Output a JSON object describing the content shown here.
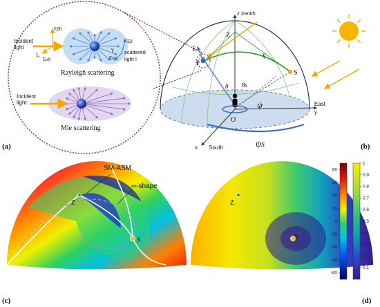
{
  "panels": {
    "a": {
      "label": "(a)",
      "incident_top": [
        "Incident",
        "light"
      ],
      "incident_bottom": [
        "Incident",
        "light"
      ],
      "I0": "I₀",
      "Eb0": "Eβ0",
      "Ea0": "Eα0",
      "Ebeta": "Eβ",
      "Ealpha": "Eα",
      "gamma": "γ",
      "scattered": [
        "scattered",
        "light I"
      ],
      "rayleigh": "Rayleigh scattering",
      "mie": "Mie scattering"
    },
    "b": {
      "label": "(b)",
      "zenith": "z Zenith",
      "Z": "Z",
      "E": "E",
      "P": "P",
      "S": "S",
      "O": "O",
      "gamma": "γ",
      "theta": "θ",
      "theta_s": "θs",
      "psi": "ψ",
      "psi_s": "ψs",
      "east": "East",
      "y": "y",
      "x": "x",
      "south": "South"
    },
    "c": {
      "label": "(c)",
      "sm_asm": "SM-ASM",
      "inf_shape": "∞-shape",
      "Z": "Z",
      "S": "S"
    },
    "d": {
      "label": "(d)",
      "Z": "Z",
      "S": "S"
    }
  },
  "colorbars": {
    "aop": {
      "ticks": [
        "80",
        "60",
        "40",
        "20",
        "0",
        "-20",
        "-40",
        "-60",
        "-80"
      ],
      "min": -90,
      "max": 90
    },
    "dop": {
      "ticks": [
        "1",
        "0.9",
        "0.8",
        "0.7",
        "0.6",
        "0.5",
        "0.4",
        "0.3",
        "0.2",
        "0.1"
      ],
      "min": 0,
      "max": 1
    }
  },
  "colors": {
    "sun": "#f7b500",
    "incident_arrow": "#f4a900",
    "scatter_arrow": "#4a7bd0",
    "gamma_line": "#2e9a2e",
    "rayleigh_fill": "#bcd8f0",
    "mie_fill": "#e2d6f0",
    "circle_outline": "#7a2a9a",
    "ground_disc": "#b9cdea",
    "psi_arc": "#3a6fc0"
  }
}
